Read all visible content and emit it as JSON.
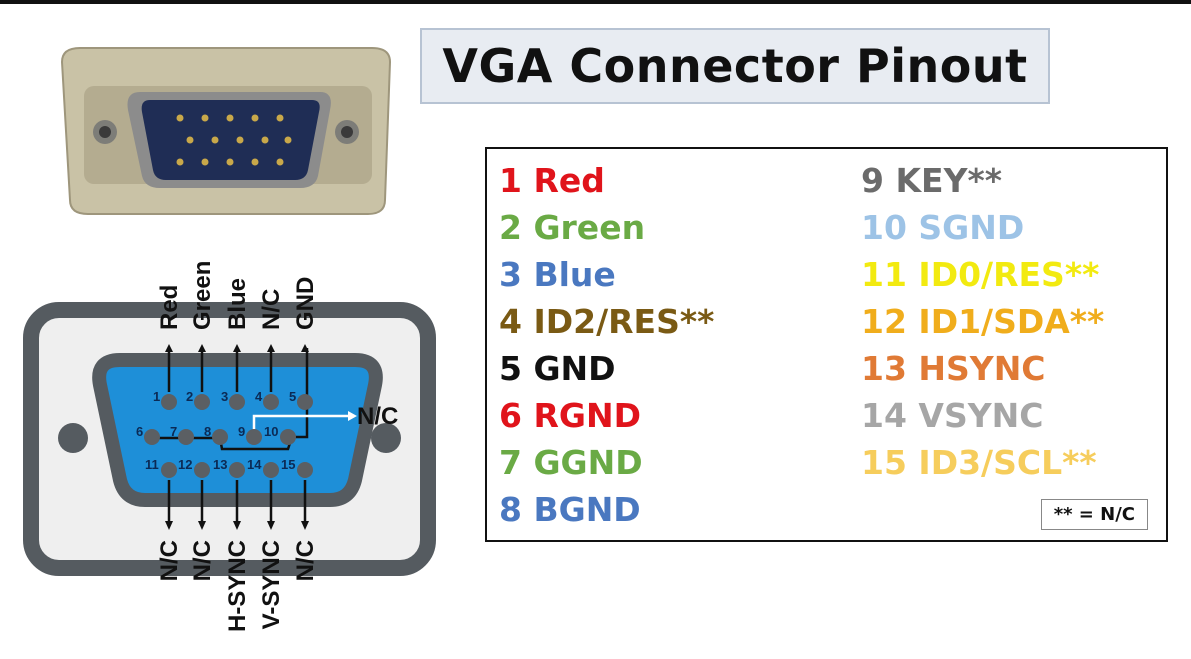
{
  "title": "VGA Connector Pinout",
  "pins_left": [
    {
      "text": "1 Red",
      "color": "#e0141b"
    },
    {
      "text": "2 Green",
      "color": "#6aaa45"
    },
    {
      "text": "3 Blue",
      "color": "#4a78c0"
    },
    {
      "text": "4 ID2/RES**",
      "color": "#7a5a14"
    },
    {
      "text": "5 GND",
      "color": "#111111"
    },
    {
      "text": "6 RGND",
      "color": "#e0141b"
    },
    {
      "text": "7 GGND",
      "color": "#6aaa45"
    },
    {
      "text": "8 BGND",
      "color": "#4a78c0"
    }
  ],
  "pins_right": [
    {
      "text": "9 KEY**",
      "color": "#6b6b6b"
    },
    {
      "text": "10 SGND",
      "color": "#9dc3e6"
    },
    {
      "text": "11 ID0/RES**",
      "color": "#f2ea10"
    },
    {
      "text": "12 ID1/SDA**",
      "color": "#f0ad1c"
    },
    {
      "text": "13 HSYNC",
      "color": "#e07a35"
    },
    {
      "text": "14 VSYNC",
      "color": "#a6a6a6"
    },
    {
      "text": "15 ID3/SCL**",
      "color": "#f6cd5c"
    }
  ],
  "note": "**  = N/C",
  "diagram": {
    "pin_numbers": [
      "1",
      "2",
      "3",
      "4",
      "5",
      "6",
      "7",
      "8",
      "9",
      "10",
      "11",
      "12",
      "13",
      "14",
      "15"
    ],
    "top_labels": [
      "Red",
      "Green",
      "Blue",
      "N/C",
      "GND"
    ],
    "bottom_labels": [
      "N/C",
      "N/C",
      "H-SYNC",
      "V-SYNC",
      "N/C"
    ],
    "side_label": "N/C"
  }
}
